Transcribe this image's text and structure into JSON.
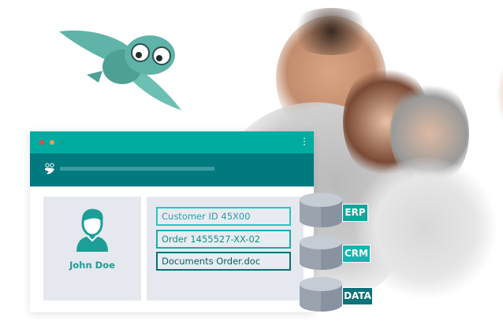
{
  "profile": {
    "name": "John Doe"
  },
  "fields": [
    "Customer ID 45X00",
    "Order 1455527-XX-02",
    "Documents Order.doc"
  ],
  "sources": [
    "ERP",
    "CRM",
    "DATA"
  ],
  "colors": {
    "teal": "#00aba0",
    "dark_teal": "#00797f",
    "panel": "#e5e8ef"
  }
}
